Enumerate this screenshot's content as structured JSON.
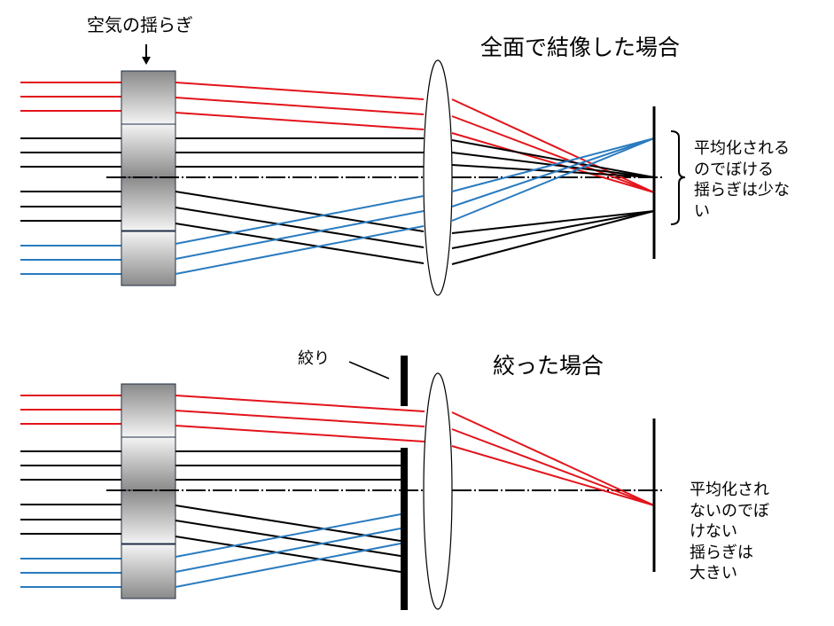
{
  "labels": {
    "air_fluctuation": "空気の揺らぎ",
    "full_aperture_title": "全面で結像した場合",
    "stopped_title": "絞った場合",
    "aperture_label": "絞り",
    "full_note": "平均化される\nのでぼける\n揺らぎは少な\nい",
    "stopped_note": "平均化され\nないのでぼ\nけない\n揺らぎは\n大きい"
  },
  "colors": {
    "ray_red": "#e3141b",
    "ray_black": "#000000",
    "ray_blue": "#2a7bbf",
    "turbulence_dark": "#8a8a8a",
    "turbulence_light": "#f2f2f2",
    "turbulence_border": "#1f2f45"
  },
  "diagram": {
    "panels": [
      {
        "id": "full-aperture",
        "ray_groups": [
          "red",
          "black-upper",
          "black-lower",
          "blue"
        ],
        "focus_spread": "wide",
        "aperture_stop": false
      },
      {
        "id": "stopped-down",
        "ray_groups": [
          "red",
          "black-upper",
          "black-lower",
          "blue"
        ],
        "focus_spread": "single point",
        "aperture_stop": true,
        "rays_passing_stop": [
          "red"
        ]
      }
    ]
  }
}
